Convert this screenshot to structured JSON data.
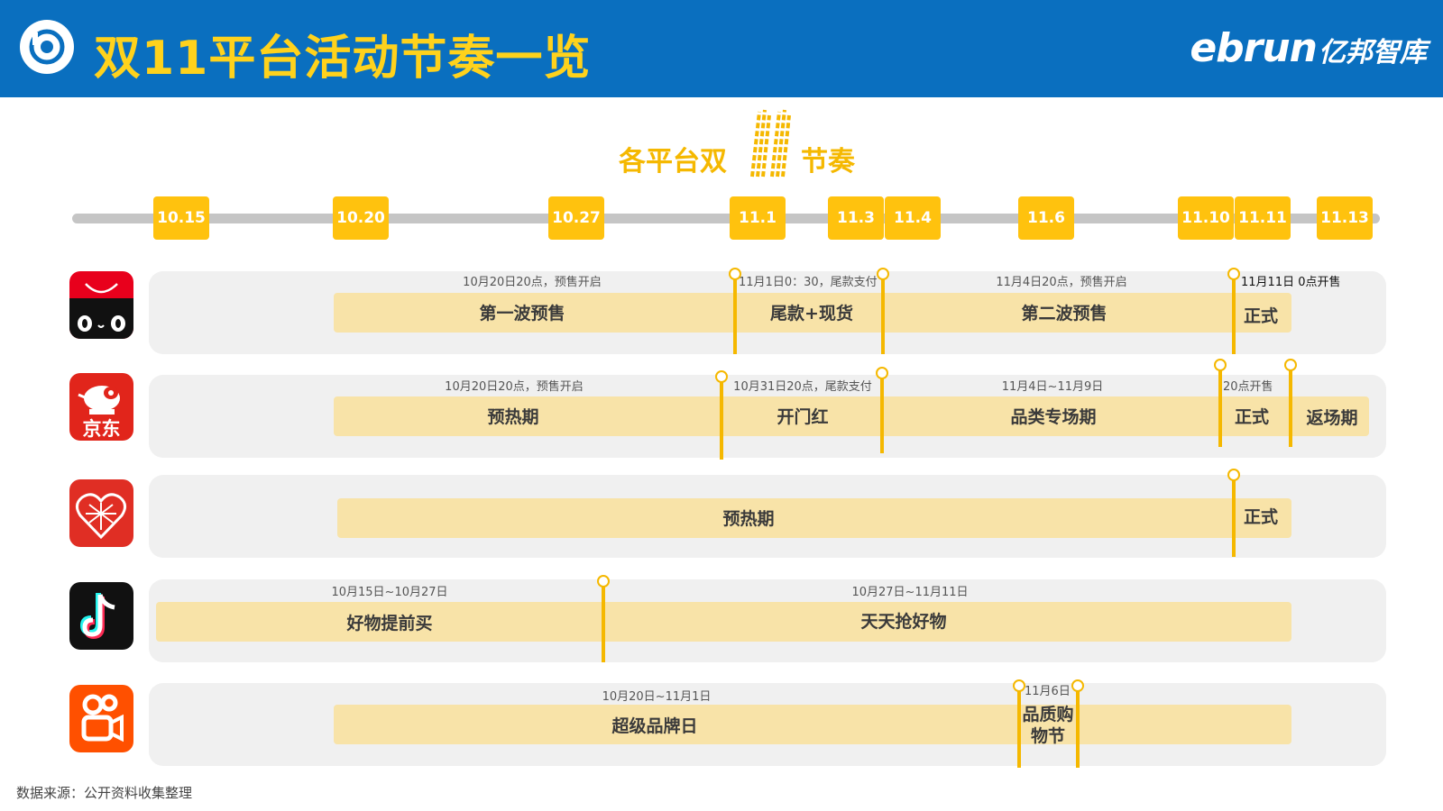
{
  "header": {
    "title": "双11平台活动节奏一览",
    "brand_en": "ebrun",
    "brand_cn": "亿邦智库",
    "bg_color": "#0a6fbf",
    "title_color": "#ffd21c"
  },
  "subtitle": {
    "left": "各平台双",
    "right": "节奏",
    "big": "11",
    "color": "#f5b800"
  },
  "timeline": {
    "dates": [
      "10.15",
      "10.20",
      "10.27",
      "11.1",
      "11.3",
      "11.4",
      "11.6",
      "11.10",
      "11.11",
      "11.13"
    ],
    "date_color": "#ffc20e"
  },
  "platforms": [
    {
      "logo": "tmall-cat-icon",
      "segments": [
        "第一波预售",
        "尾款+现货",
        "第二波预售",
        "正式"
      ],
      "notes": [
        "10月20日20点，预售开启",
        "11月1日0：30，尾款支付",
        "11月4日20点，预售开启",
        "11月11日 0点开售"
      ]
    },
    {
      "logo": "jd-dog-icon",
      "logo_text": "京东",
      "segments": [
        "预热期",
        "开门红",
        "品类专场期",
        "正式",
        "返场期"
      ],
      "notes": [
        "10月20日20点，预售开启",
        "10月31日20点，尾款支付",
        "11月4日~11月9日",
        "20点开售"
      ]
    },
    {
      "logo": "pinduoduo-heart-icon",
      "segments": [
        "预热期",
        "正式"
      ],
      "notes": []
    },
    {
      "logo": "douyin-note-icon",
      "segments": [
        "好物提前买",
        "天天抢好物"
      ],
      "notes": [
        "10月15日~10月27日",
        "10月27日~11月11日"
      ]
    },
    {
      "logo": "kuaishou-camera-icon",
      "segments": [
        "超级品牌日",
        "品质购物节"
      ],
      "notes": [
        "10月20日~11月1日",
        "11月6日"
      ]
    }
  ],
  "source": "数据来源：公开资料收集整理"
}
